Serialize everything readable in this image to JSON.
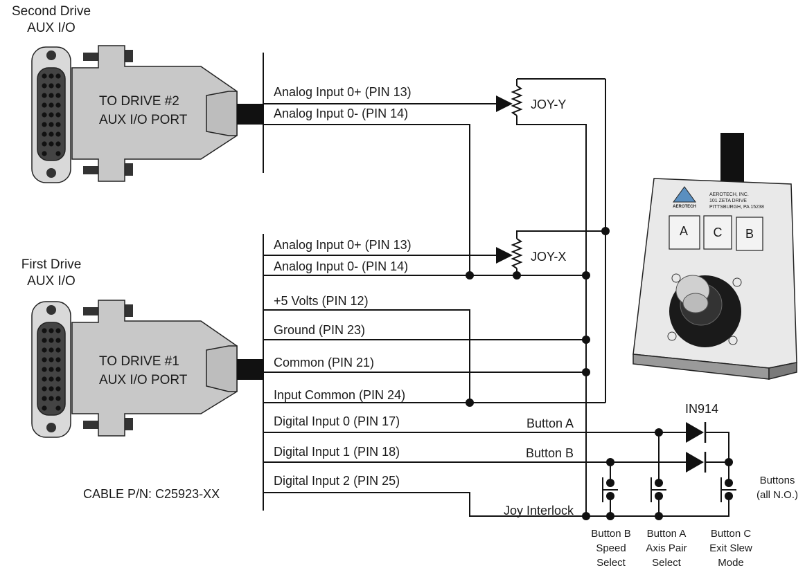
{
  "connectors": {
    "drive2": {
      "heading_line1": "Second Drive",
      "heading_line2": "AUX I/O",
      "label_line1": "TO DRIVE #2",
      "label_line2": "AUX I/O PORT"
    },
    "drive1": {
      "heading_line1": "First Drive",
      "heading_line2": "AUX I/O",
      "label_line1": "TO DRIVE #1",
      "label_line2": "AUX I/O PORT"
    }
  },
  "signals_drive2": [
    "Analog Input 0+ (PIN 13)",
    "Analog Input 0- (PIN 14)"
  ],
  "signals_drive1": [
    "Analog Input 0+ (PIN 13)",
    "Analog Input 0- (PIN 14)",
    "+5 Volts (PIN 12)",
    "Ground (PIN 23)",
    "Common (PIN 21)",
    "Input Common (PIN 24)",
    "Digital Input 0 (PIN 17)",
    "Digital Input 1 (PIN 18)",
    "Digital Input 2 (PIN 25)"
  ],
  "pots": {
    "joy_y": "JOY-Y",
    "joy_x": "JOY-X"
  },
  "wire_labels": {
    "button_a": "Button A",
    "button_b": "Button B",
    "joy_interlock": "Joy Interlock"
  },
  "diode_label": "IN914",
  "cable_pn": "CABLE P/N: C25923-XX",
  "buttons_note": {
    "line1": "Buttons",
    "line2": "(all N.O.)"
  },
  "switch_captions": {
    "b": [
      "Button B",
      "Speed",
      "Select"
    ],
    "a": [
      "Button A",
      "Axis Pair",
      "Select"
    ],
    "c": [
      "Button C",
      "Exit Slew",
      "Mode"
    ]
  },
  "joystick_box": {
    "company_line1": "AEROTECH, INC.",
    "company_line2": "101 ZETA DRIVE",
    "company_line3": "PITTSBURGH, PA 15238",
    "logo_text": "AEROTECH",
    "buttons": [
      "A",
      "C",
      "B"
    ]
  }
}
